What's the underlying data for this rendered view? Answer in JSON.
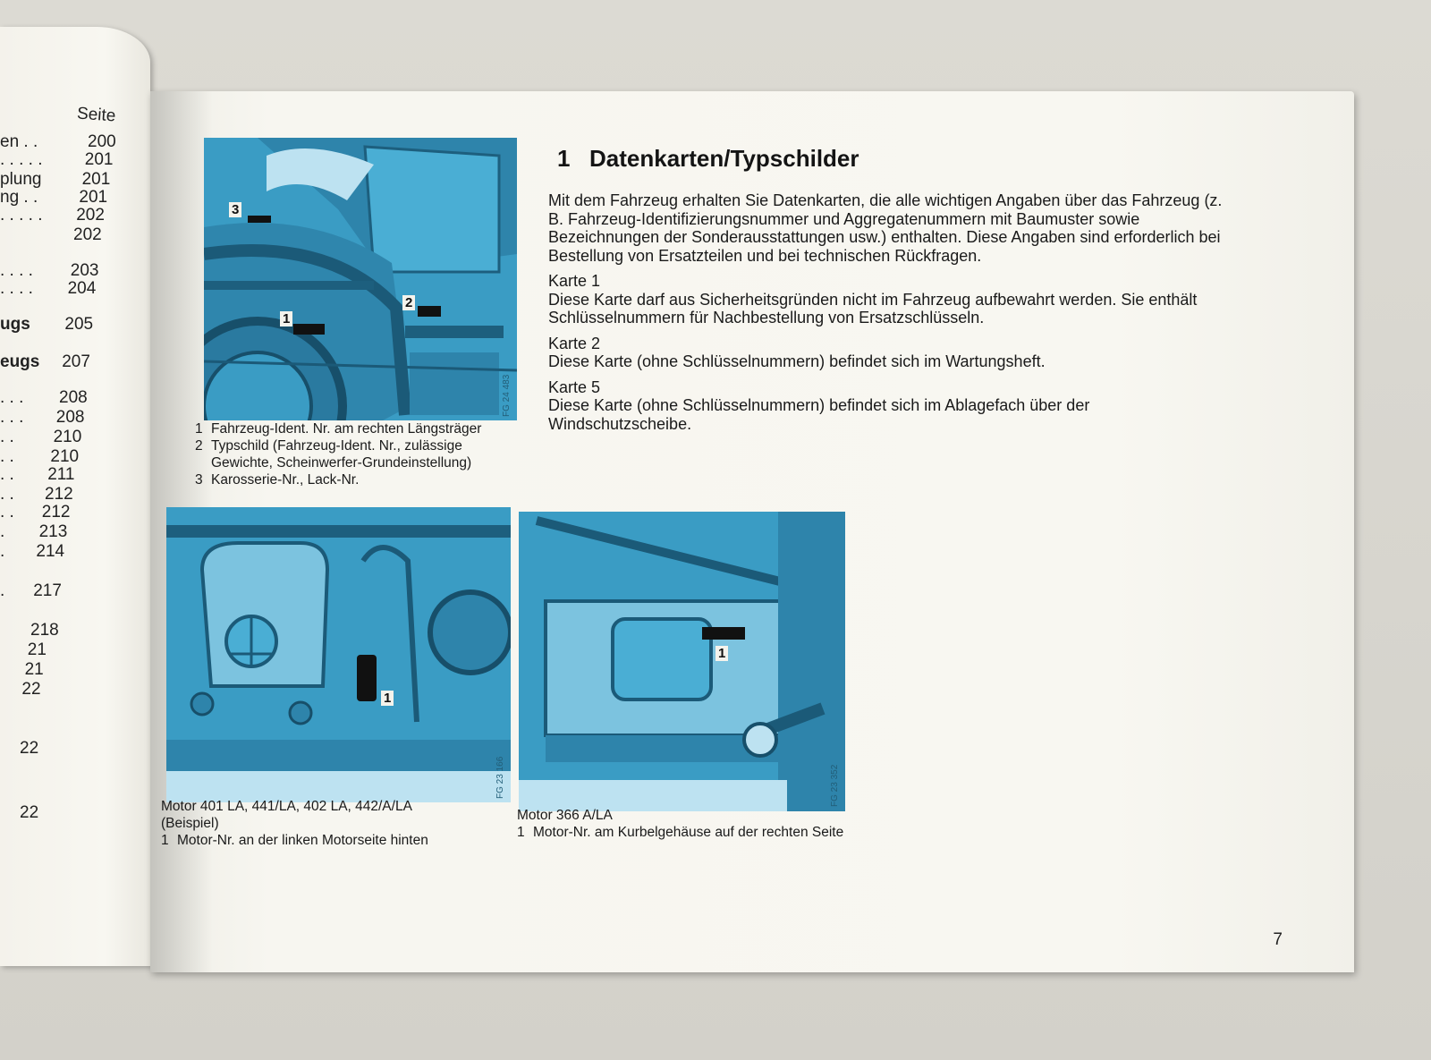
{
  "left_page": {
    "header": "Seite",
    "rows": [
      {
        "text": "en  . .",
        "page": "200",
        "bold": false
      },
      {
        "text": ". . . . .",
        "page": "201",
        "bold": false
      },
      {
        "text": "plung",
        "page": "201",
        "bold": false
      },
      {
        "text": "ng  . .",
        "page": "201",
        "bold": false
      },
      {
        "text": ". . . . .",
        "page": "202",
        "bold": false
      },
      {
        "text": "",
        "page": "202",
        "bold": false
      },
      {
        "text": ". . . .",
        "page": "203",
        "bold": false
      },
      {
        "text": ". . . .",
        "page": "204",
        "bold": false
      },
      {
        "text": "ugs",
        "page": "205",
        "bold": true
      },
      {
        "text": "eugs",
        "page": "207",
        "bold": true
      },
      {
        "text": ". . .",
        "page": "208",
        "bold": false
      },
      {
        "text": ". . .",
        "page": "208",
        "bold": false
      },
      {
        "text": ". .",
        "page": "210",
        "bold": false
      },
      {
        "text": ". .",
        "page": "210",
        "bold": false
      },
      {
        "text": ". .",
        "page": "211",
        "bold": false
      },
      {
        "text": ". .",
        "page": "212",
        "bold": false
      },
      {
        "text": ". .",
        "page": "212",
        "bold": false
      },
      {
        "text": ".",
        "page": "213",
        "bold": false
      },
      {
        "text": ".",
        "page": "214",
        "bold": false
      },
      {
        "text": ".",
        "page": "217",
        "bold": false
      },
      {
        "text": "",
        "page": "218",
        "bold": false
      },
      {
        "text": "",
        "page": "21",
        "bold": false
      },
      {
        "text": "",
        "page": "21",
        "bold": false
      },
      {
        "text": "",
        "page": "22",
        "bold": false
      },
      {
        "text": "",
        "page": "22",
        "bold": false
      },
      {
        "text": "",
        "page": "22",
        "bold": false
      }
    ]
  },
  "figure1": {
    "code": "FG 24 483",
    "markers": [
      "3",
      "2",
      "1"
    ],
    "captions": [
      {
        "n": "1",
        "text": "Fahrzeug-Ident. Nr. am rechten Längsträger"
      },
      {
        "n": "2",
        "text": "Typschild (Fahrzeug-Ident. Nr., zulässige Gewichte, Scheinwerfer-Grundeinstellung)"
      },
      {
        "n": "3",
        "text": "Karosserie-Nr., Lack-Nr."
      }
    ]
  },
  "figure2": {
    "code": "FG 23 166",
    "marker": "1",
    "title": "Motor 401 LA, 441/LA, 402 LA, 442/A/LA",
    "subtitle": "(Beispiel)",
    "caption_n": "1",
    "caption": "Motor-Nr. an der linken Motorseite hinten"
  },
  "figure3": {
    "code": "FG 23 352",
    "marker": "1",
    "title": "Motor 366 A/LA",
    "caption_n": "1",
    "caption": "Motor-Nr. am Kurbelgehäuse auf der rechten Seite"
  },
  "section": {
    "number": "1",
    "title": "Datenkarten/Typschilder",
    "intro": "Mit dem Fahrzeug erhalten Sie Datenkarten, die alle wichtigen Angaben über das Fahrzeug (z. B. Fahrzeug-Identifizierungsnummer und Aggregatenummern mit Baumuster sowie Bezeichnungen der Sonderausstattungen usw.) enthalten. Diese Angaben sind erforderlich bei Bestellung von Ersatzteilen und bei technischen Rückfragen.",
    "karte1_title": "Karte 1",
    "karte1_text": "Diese Karte darf aus Sicherheitsgründen nicht im Fahrzeug aufbewahrt werden. Sie enthält Schlüsselnummern für Nachbestellung von Ersatzschlüsseln.",
    "karte2_title": "Karte 2",
    "karte2_text": "Diese Karte (ohne Schlüsselnummern) befindet sich im Wartungsheft.",
    "karte5_title": "Karte 5",
    "karte5_text": "Diese Karte (ohne Schlüsselnummern) befindet sich im Ablagefach über der Windschutzscheibe."
  },
  "page_number": "7",
  "colors": {
    "illustration": "#3a9cc4",
    "paper": "#f8f7f1"
  }
}
